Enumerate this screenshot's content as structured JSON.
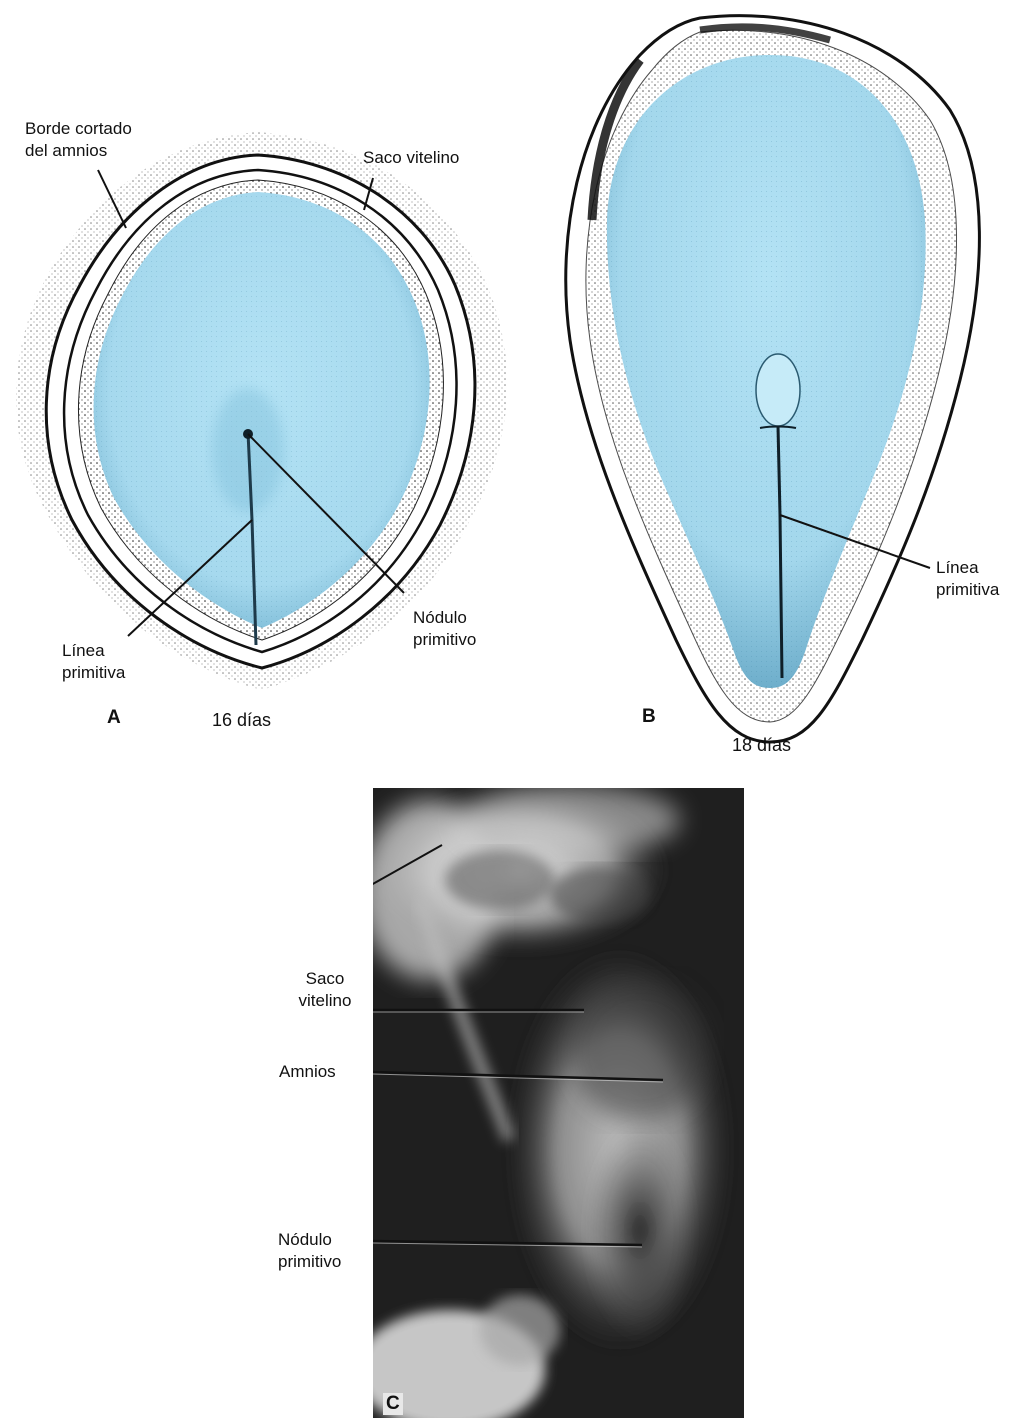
{
  "panels": {
    "a": {
      "letter": "A",
      "age": "16 días",
      "labels": {
        "amnion_cut_edge": [
          "Borde cortado",
          "del amnios"
        ],
        "yolk_sac": "Saco vitelino",
        "primitive_streak": [
          "Línea",
          "primitiva"
        ],
        "primitive_node": [
          "Nódulo",
          "primitivo"
        ]
      }
    },
    "b": {
      "letter": "B",
      "age": "18 días",
      "labels": {
        "primitive_streak": [
          "Línea",
          "primitiva"
        ]
      }
    },
    "c": {
      "letter": "C",
      "labels": {
        "yolk_sac": [
          "Saco",
          "vitelino"
        ],
        "amnion": "Amnios",
        "primitive_node": [
          "Nódulo",
          "primitivo"
        ]
      }
    }
  },
  "colors": {
    "embryonic_disc": "#a9dcf0",
    "disc_shadow": "#6fb0cc",
    "outline": "#111111",
    "photo_dark": "#1e1e1e",
    "photo_light": "#d8d8d8"
  }
}
